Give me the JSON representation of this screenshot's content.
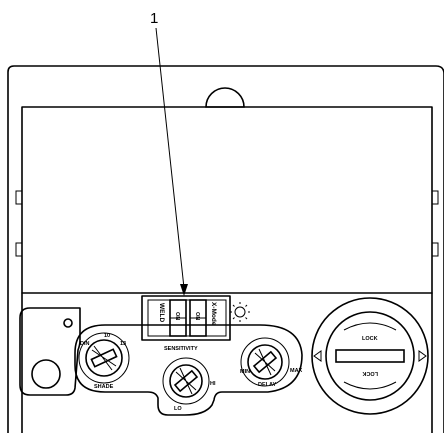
{
  "callout": {
    "number": "1"
  },
  "switch": {
    "weld_label": "WELD",
    "xmode_label": "X-Mode",
    "on_label": "ON"
  },
  "knobs": {
    "shade": {
      "label": "SHADE",
      "min": "DIN",
      "mid": "10",
      "max": "13"
    },
    "sensitivity": {
      "label": "SENSITIVITY",
      "lo": "LO",
      "hi": "HI"
    },
    "delay": {
      "label": "DELAY",
      "min": "MIN",
      "max": "MAX"
    }
  },
  "battery_cap": {
    "lock_top": "LOCK",
    "lock_bottom": "LOCK"
  }
}
